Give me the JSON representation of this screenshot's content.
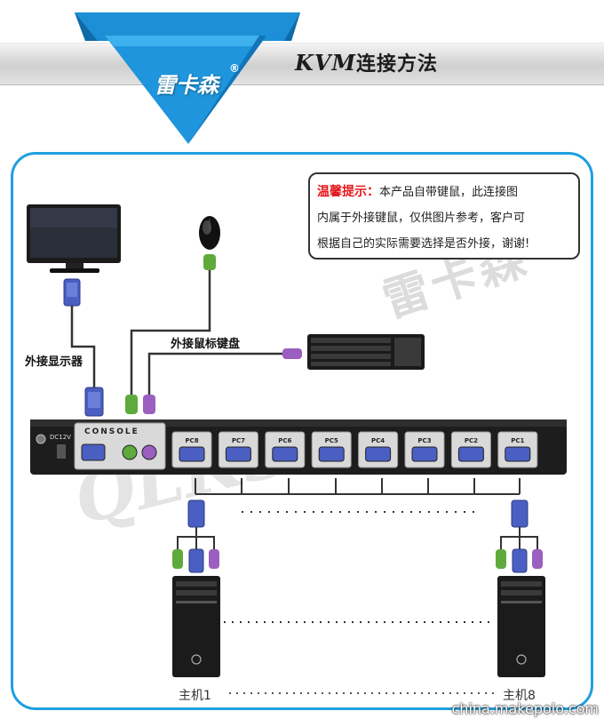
{
  "header": {
    "brand": "雷卡森",
    "brand_reg": "®",
    "title_latin": "KVM",
    "title_cn": "连接方法"
  },
  "tip": {
    "title": "温馨提示：",
    "line1": "本产品自带键鼠，此连接图",
    "line2": "内属于外接键鼠，仅供图片参考，客户可",
    "line3": "根据自己的实际需要选择是否外接，谢谢!"
  },
  "labels": {
    "external_monitor": "外接显示器",
    "external_mouse_keyboard": "外接鼠标键盘",
    "host_1": "主机1",
    "host_8": "主机8",
    "console": "CONSOLE",
    "power": "DC12V"
  },
  "ports": [
    "PC8",
    "PC7",
    "PC6",
    "PC5",
    "PC4",
    "PC3",
    "PC2",
    "PC1"
  ],
  "watermark": {
    "brand": "雷卡森",
    "reg": "®",
    "logo_letters": "QLKS",
    "site": "china.makepolo.com"
  },
  "colors": {
    "frame_blue": "#1e9fe0",
    "ribbon_blue": "#1c8fd6",
    "tip_red": "#e4161b",
    "vga_blue": "#4a5fc1",
    "ps2_green": "#5faa3c",
    "ps2_purple": "#9b5fc0"
  }
}
